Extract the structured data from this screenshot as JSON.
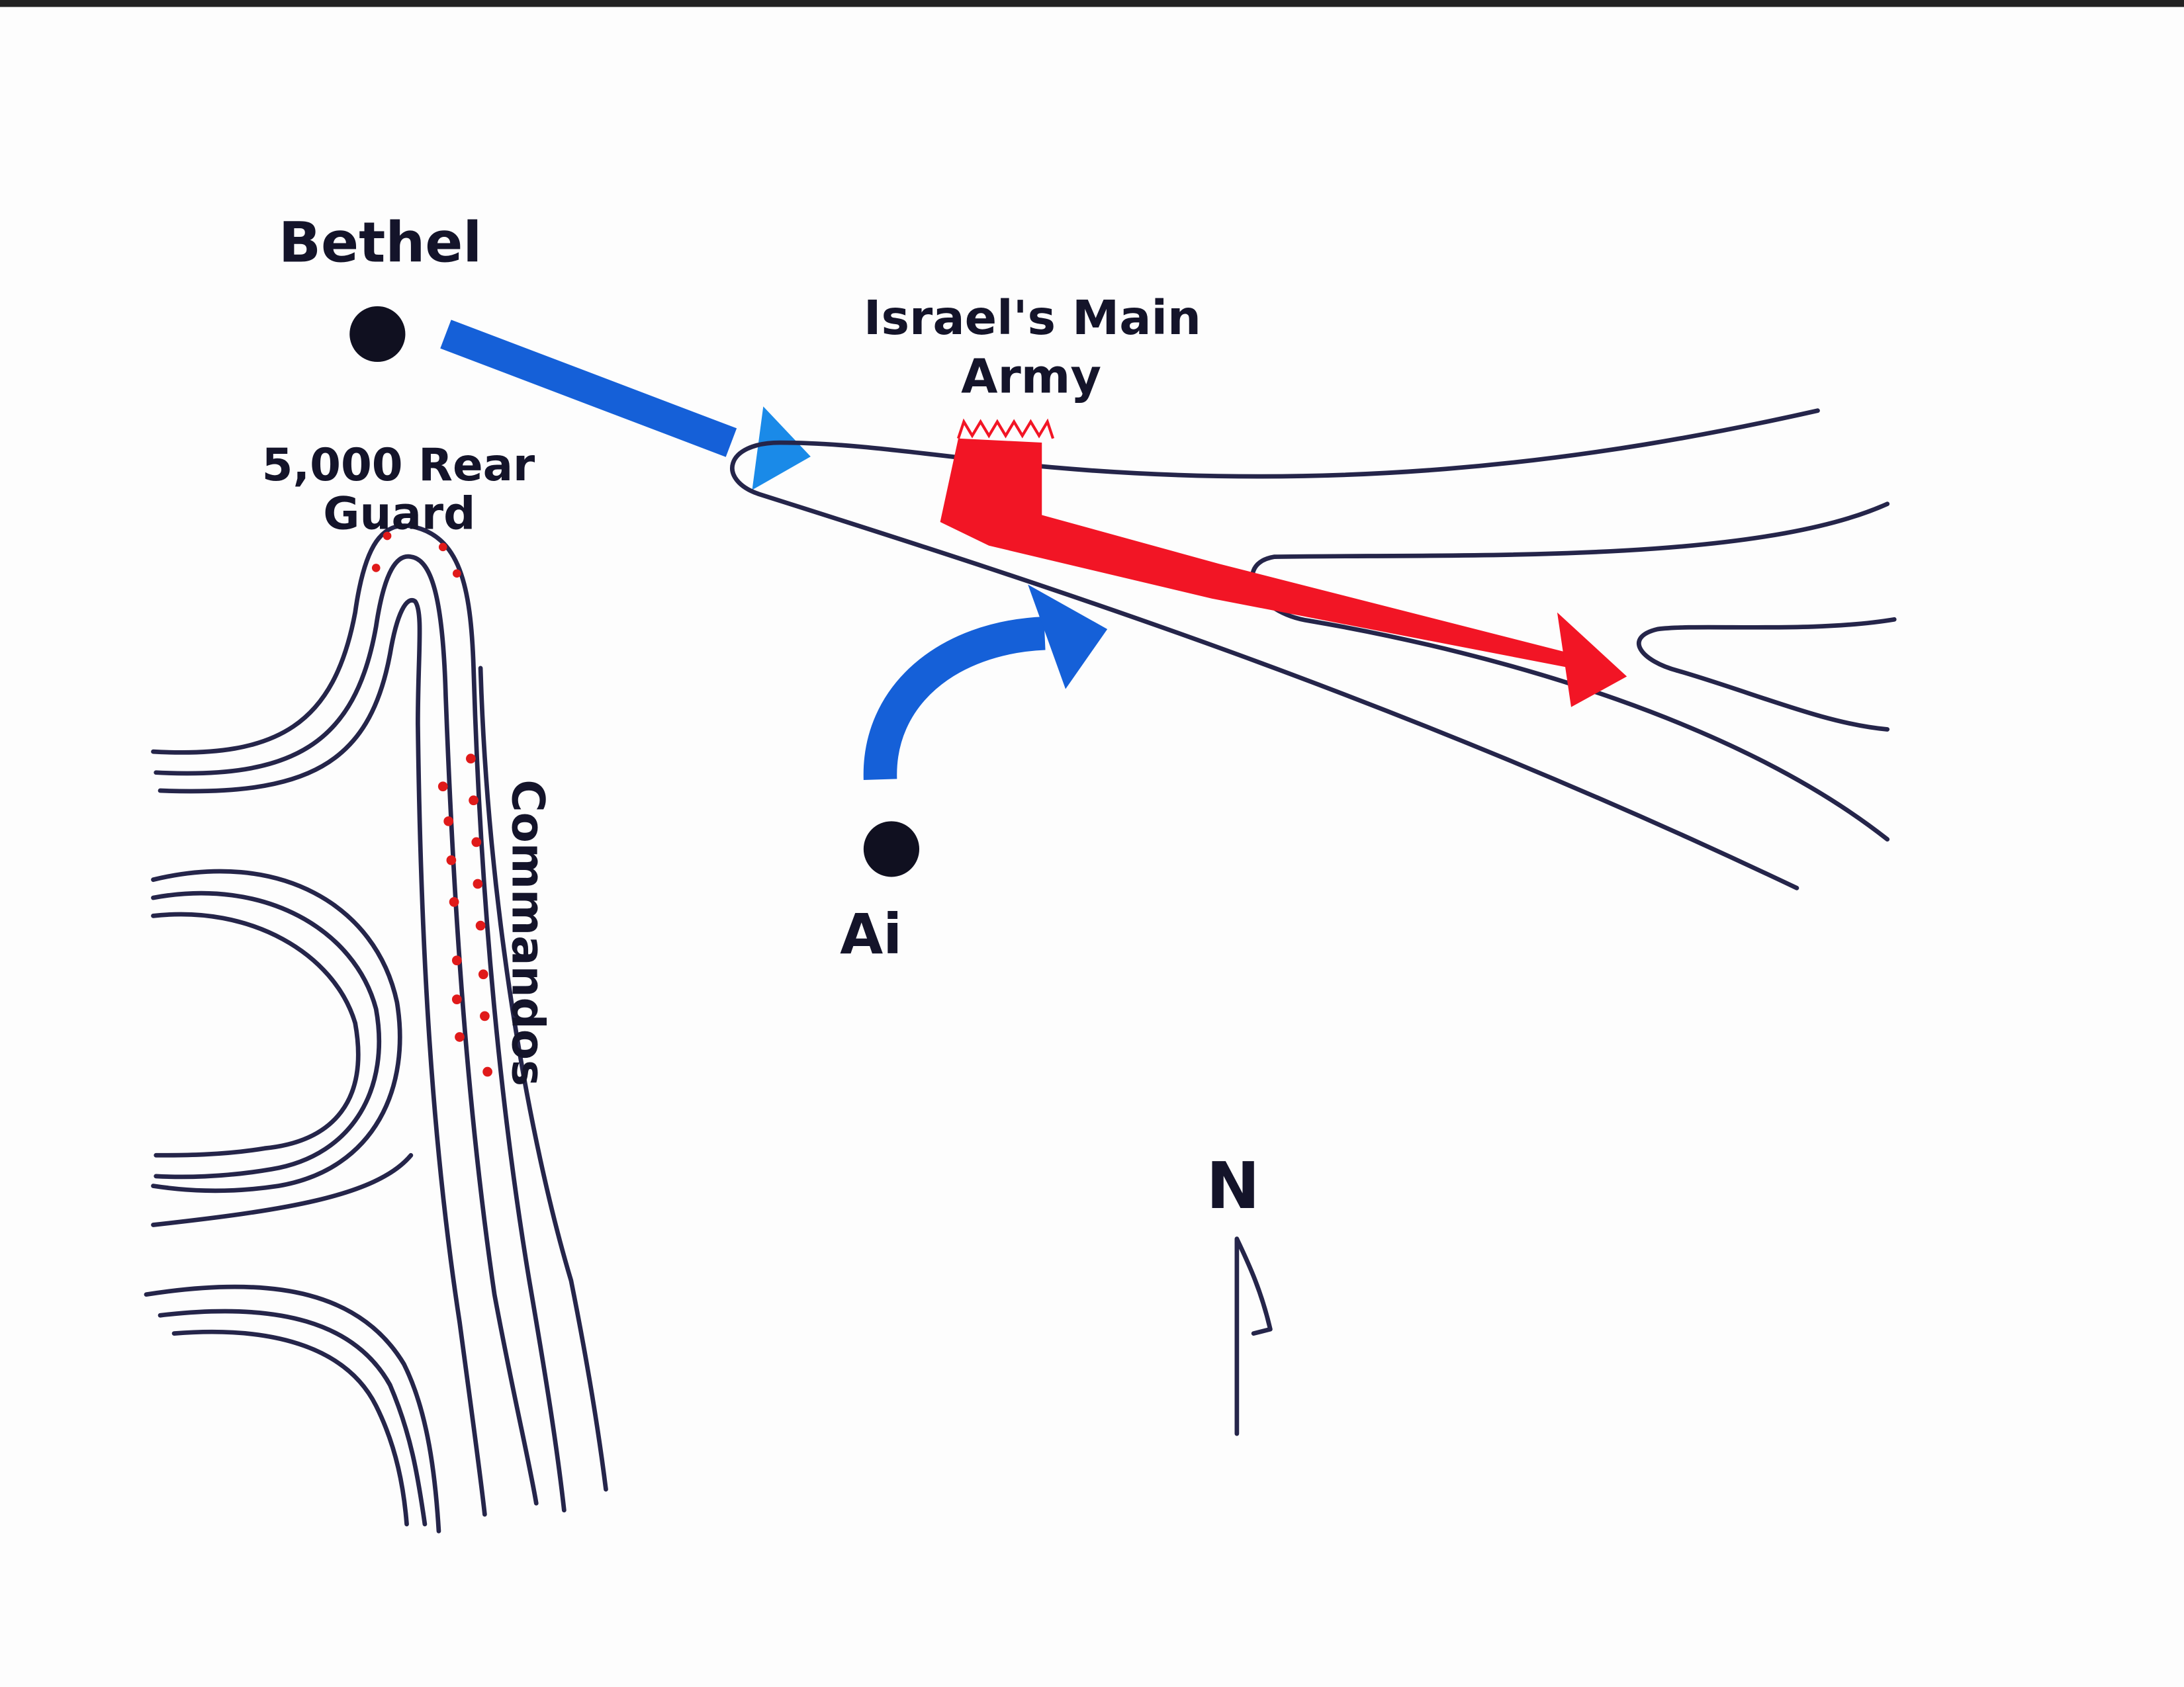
{
  "labels": {
    "bethel": "Bethel",
    "main_army_line1": "Israel's Main",
    "main_army_line2": "Army",
    "rear_guard_line1": "5,000 Rear",
    "rear_guard_line2": "Guard",
    "commandos": "Commandos",
    "ai": "Ai",
    "north": "N"
  },
  "colors": {
    "ink": "#25254a",
    "blue_arrow": "#1560d8",
    "red_army": "#f21525",
    "dots": "#e01a1a"
  }
}
